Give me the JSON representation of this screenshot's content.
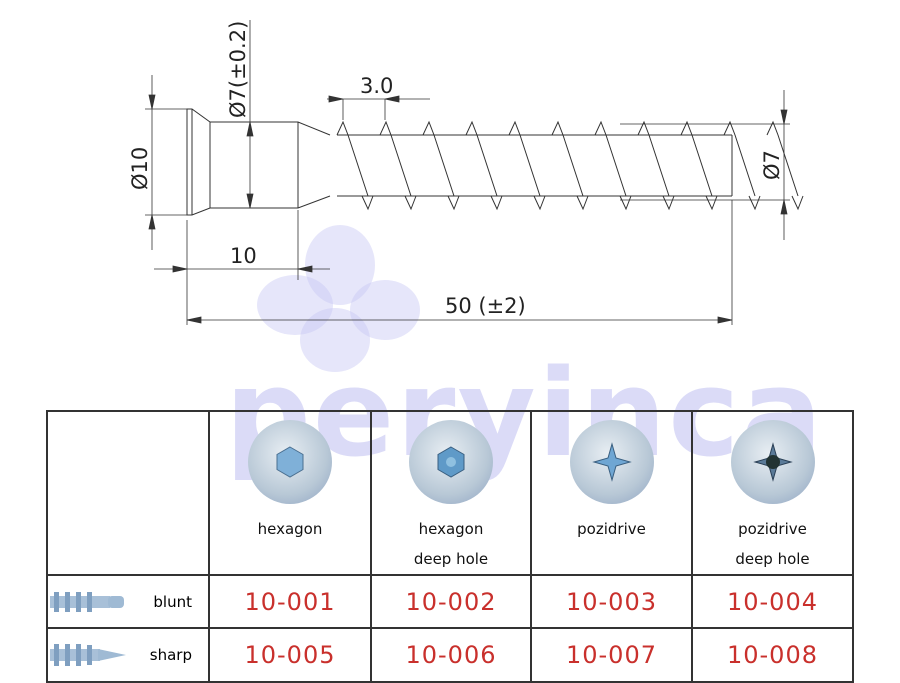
{
  "dimensions": {
    "head_diameter": "Ø10",
    "shank_diameter": "Ø7(±0.2)",
    "pitch": "3.0",
    "thread_diameter": "Ø7",
    "shank_length": "10",
    "total_length": "50 (±2)"
  },
  "watermark": "peryinca",
  "table": {
    "columns": [
      {
        "label_lines": [
          "hexagon"
        ],
        "icon": "hexagon-socket-head-icon"
      },
      {
        "label_lines": [
          "hexagon",
          "deep hole"
        ],
        "icon": "hexagon-deep-socket-head-icon"
      },
      {
        "label_lines": [
          "pozidrive"
        ],
        "icon": "pozidrive-head-icon"
      },
      {
        "label_lines": [
          "pozidrive",
          "deep hole"
        ],
        "icon": "pozidrive-deep-head-icon"
      }
    ],
    "rows": [
      {
        "label": "blunt",
        "icon": "blunt-tip-screw-icon",
        "codes": [
          "10-001",
          "10-002",
          "10-003",
          "10-004"
        ]
      },
      {
        "label": "sharp",
        "icon": "sharp-tip-screw-icon",
        "codes": [
          "10-005",
          "10-006",
          "10-007",
          "10-008"
        ]
      }
    ]
  },
  "colors": {
    "code": "#c9302c",
    "watermark": "#bebef0"
  }
}
